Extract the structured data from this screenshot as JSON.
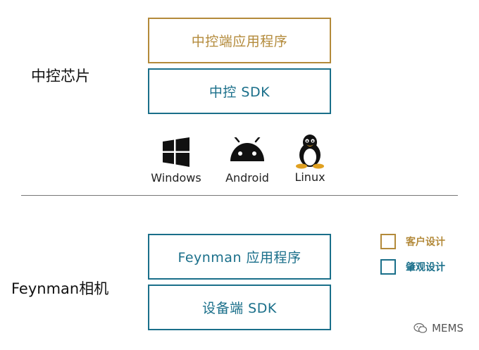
{
  "top_section": {
    "label": "中控芯片",
    "app_box": "中控端应用程序",
    "sdk_box": "中控 SDK"
  },
  "platforms": [
    {
      "name": "Windows",
      "icon": "windows-logo-icon"
    },
    {
      "name": "Android",
      "icon": "android-logo-icon"
    },
    {
      "name": "Linux",
      "icon": "linux-tux-icon"
    }
  ],
  "bottom_section": {
    "label": "Feynman相机",
    "app_box": "Feynman 应用程序",
    "sdk_box": "设备端 SDK"
  },
  "legend": [
    {
      "label": "客户设计",
      "color": "#b38a3a"
    },
    {
      "label": "肇观设计",
      "color": "#1a6f8a"
    }
  ],
  "watermark": "MEMS",
  "colors": {
    "customer_design": "#b38a3a",
    "nextvpu_design": "#1a6f8a"
  }
}
